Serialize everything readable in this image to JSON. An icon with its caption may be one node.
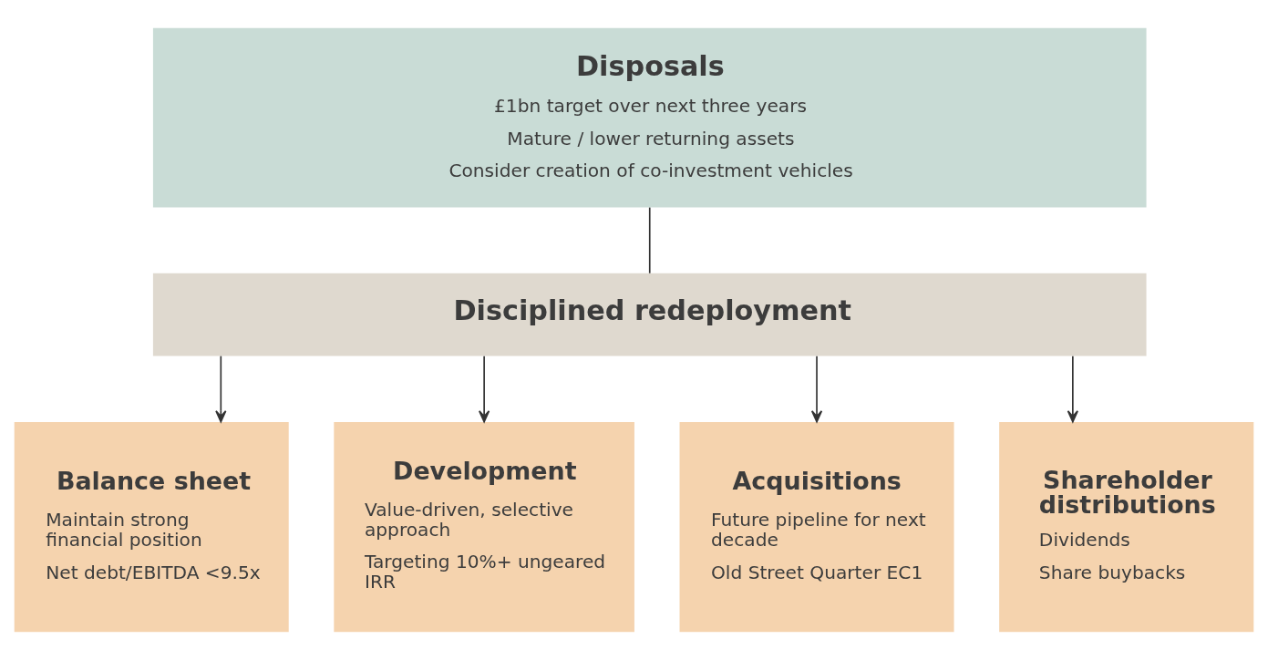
{
  "diagram": {
    "nodes": [
      {
        "text": [
          "Disposals",
          "£1bn target over next three years",
          "Mature / lower returning assets",
          "Consider creation of co-investment vehicles"
        ]
      },
      {
        "text": [
          "Disciplined redeployment"
        ]
      },
      {
        "text": [
          "Balance sheet",
          "Maintain strong financial position",
          "Net debt/EBITDA <9.5x"
        ]
      },
      {
        "text": [
          "Development",
          "Value-driven, selective approach",
          "Targeting 10%+ ungeared IRR"
        ]
      },
      {
        "text": [
          "Acquisitions",
          "Future pipeline for next decade",
          "Old Street Quarter EC1"
        ]
      },
      {
        "text": [
          "Shareholder distributions",
          "Dividends",
          "Share buybacks"
        ]
      }
    ],
    "edges": [
      {
        "from": 0,
        "to": 1,
        "arrow": "none"
      },
      {
        "from": 1,
        "to": 2,
        "arrow": "to"
      },
      {
        "from": 1,
        "to": 3,
        "arrow": "to"
      },
      {
        "from": 1,
        "to": 4,
        "arrow": "to"
      },
      {
        "from": 1,
        "to": 5,
        "arrow": "to"
      }
    ]
  }
}
